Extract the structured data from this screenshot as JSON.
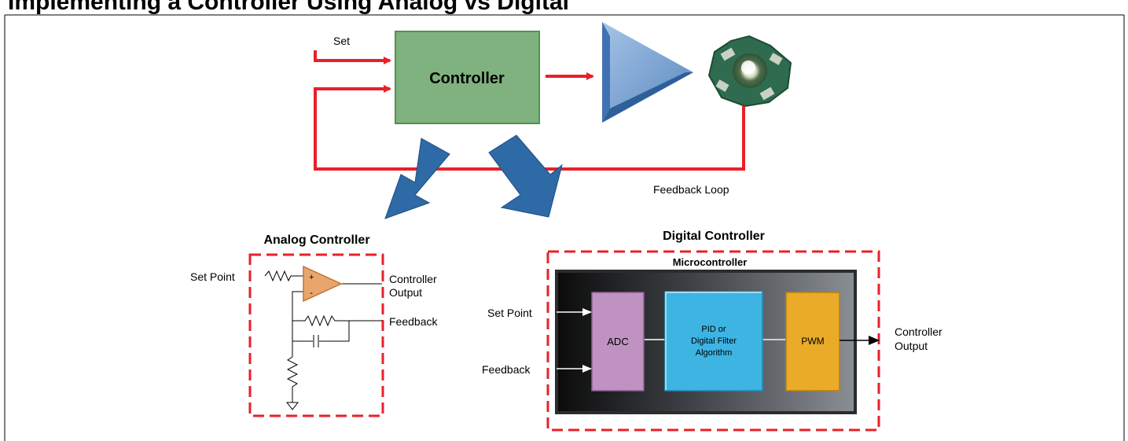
{
  "page": {
    "title": "Implementing a Controller Using Analog vs Digital"
  },
  "top_diagram": {
    "set_label": "Set",
    "controller_label": "Controller",
    "feedback_loop_label": "Feedback Loop"
  },
  "analog": {
    "title": "Analog Controller",
    "set_point_label": "Set Point",
    "output_label_line1": "Controller",
    "output_label_line2": "Output",
    "feedback_label": "Feedback",
    "opamp_plus": "+",
    "opamp_minus": "-"
  },
  "digital": {
    "title": "Digital Controller",
    "mcu_label": "Microcontroller",
    "set_point_label": "Set Point",
    "feedback_label": "Feedback",
    "adc_label": "ADC",
    "pid_line1": "PID or",
    "pid_line2": "Digital Filter",
    "pid_line3": "Algorithm",
    "pwm_label": "PWM",
    "output_label_line1": "Controller",
    "output_label_line2": "Output"
  },
  "colors": {
    "signal_red": "#e8202a",
    "controller_green": "#7fb27f",
    "amplifier_blue": "#7aa6d2",
    "big_arrow_blue": "#2e6aa5",
    "adc_purple": "#bf92c1",
    "pid_blue": "#3db4e2",
    "pwm_orange": "#e9ab28",
    "opamp_orange": "#e8a66e"
  }
}
